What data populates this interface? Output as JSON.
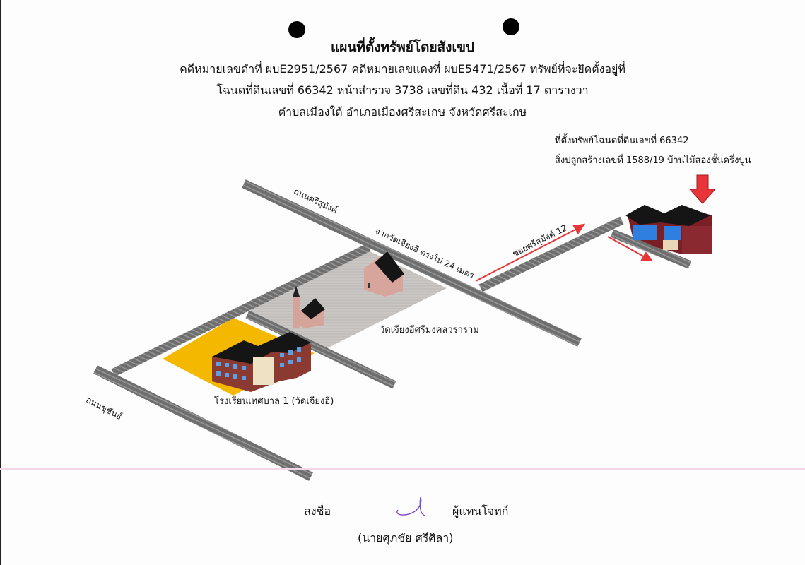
{
  "header": {
    "title": "แผนที่ตั้งทรัพย์โดยสังเขป",
    "line1": "คดีหมายเลขดำที่ ผบE2951/2567 คดีหมายเลขแดงที่ ผบE5471/2567 ทรัพย์ที่จะยึดตั้งอยู่ที่",
    "line2": "โฉนดที่ดินเลขที่ 66342 หน้าสำรวจ 3738 เลขที่ดิน 432 เนื้อที่ 17 ตารางวา",
    "line3": "ตำบลเมืองใต้ อำเภอเมืองศรีสะเกษ จังหวัดศรีสะเกษ"
  },
  "property": {
    "line1": "ที่ตั้งทรัพย์โฉนดที่ดินเลขที่ 66342",
    "line2": "สิ่งปลูกสร้างเลขที่ 1588/19 บ้านไม้สองชั้นครึ่งปูน",
    "marker_color": "#e8353a"
  },
  "map": {
    "roads": {
      "main": "ถนนศรีสุมังค์",
      "secondary": "ถนนชุชันธ์",
      "soi": "ซอยศรีสุมังค์ 12"
    },
    "directions": "จากวัดเจียงอี ตรงไป 24 เมตร",
    "landmarks": {
      "temple": "วัดเจียงอีศรีมงคลวราราม",
      "school": "โรงเรียนเทศบาล 1 (วัดเจียงอี)"
    },
    "colors": {
      "road": "#6e6e6e",
      "temple_ground": "#c9c6c4",
      "school_ground": "#f5b800",
      "route": "#e8353a"
    }
  },
  "signature": {
    "sign_label": "ลงชื่อ",
    "role": "ผู้แทนโจทก์",
    "name": "(นายศุภชัย ศรีศิลา)"
  }
}
